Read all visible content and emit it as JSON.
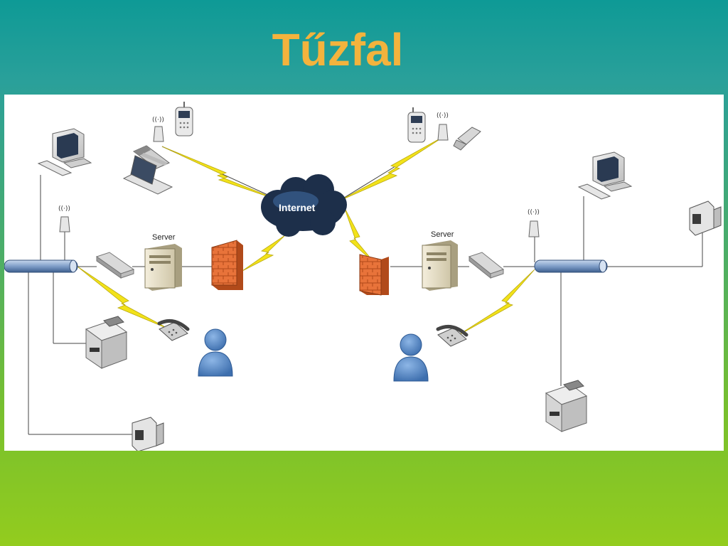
{
  "slide": {
    "title": "Tűzfal"
  },
  "diagram": {
    "cloud_label": "Internet",
    "left_server_label": "Server",
    "right_server_label": "Server"
  },
  "colors": {
    "title": "#f3b33d",
    "firewall": "#e8733a",
    "bus": "#7f9ec8",
    "lightning": "#f2e21a",
    "cloud": "#1d2f4a",
    "user": "#4c82c4"
  }
}
